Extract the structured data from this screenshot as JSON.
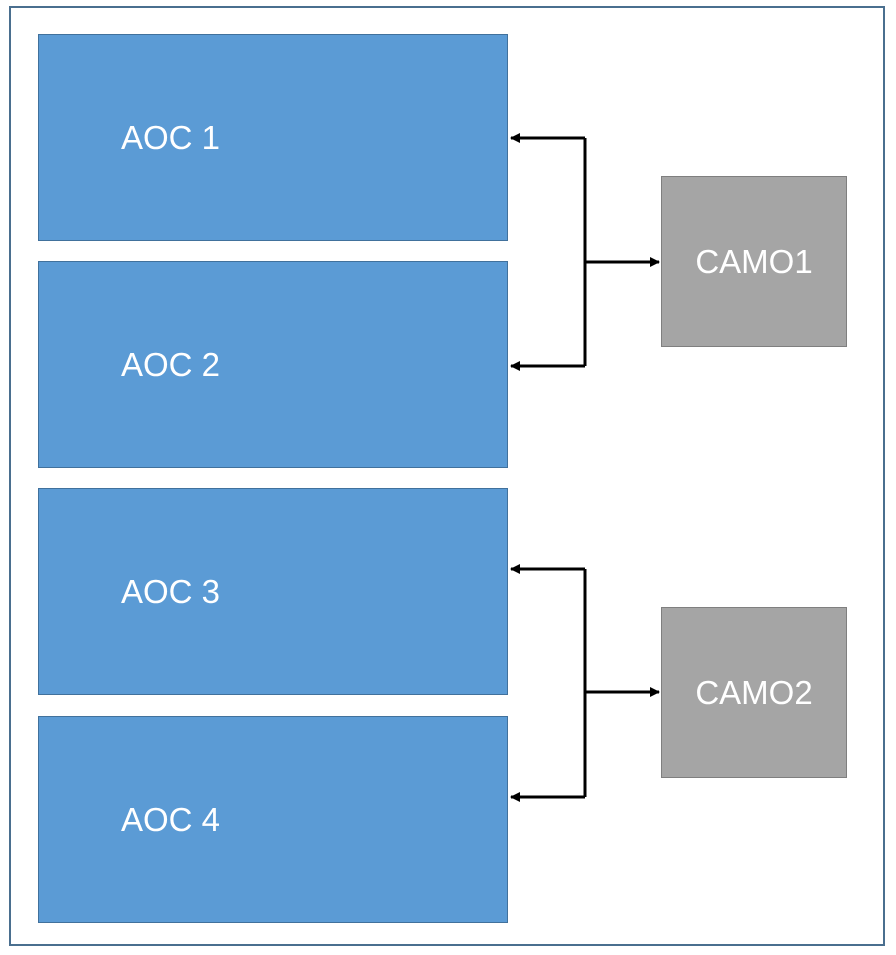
{
  "diagram": {
    "aoc_boxes": [
      {
        "label": "AOC 1"
      },
      {
        "label": "AOC 2"
      },
      {
        "label": "AOC 3"
      },
      {
        "label": "AOC 4"
      }
    ],
    "camo_boxes": [
      {
        "label": "CAMO1"
      },
      {
        "label": "CAMO2"
      }
    ],
    "colors": {
      "aoc_fill": "#5b9bd5",
      "aoc_border": "#41719c",
      "camo_fill": "#a5a5a5",
      "camo_border": "#7f7f7f",
      "frame_border": "#4a6f8f",
      "connector": "#000000"
    }
  }
}
